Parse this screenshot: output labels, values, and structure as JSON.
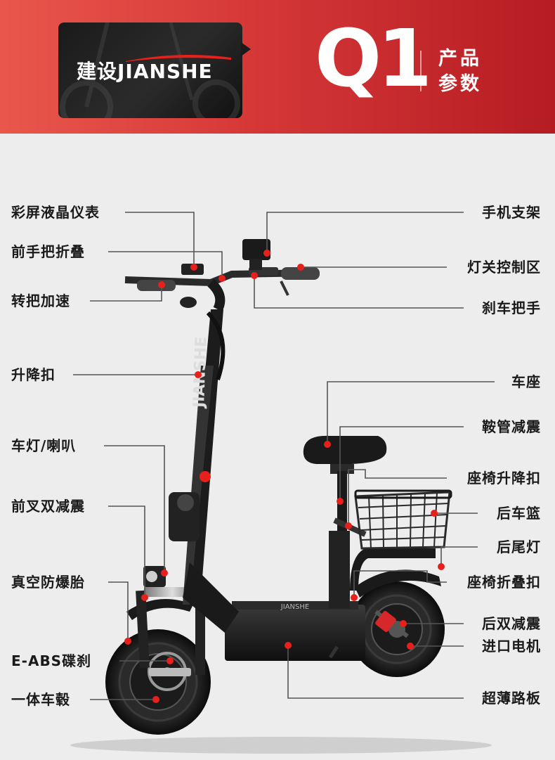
{
  "header": {
    "brand_cn": "建设",
    "brand_en": "JIANSHE",
    "model": "Q1",
    "subtitle_line1": "产品",
    "subtitle_line2": "参数",
    "colors": {
      "red_light": "#e9574c",
      "red_dark": "#b51c22"
    }
  },
  "frame_text": "JIANSHE",
  "deck_text": "JIANSHE",
  "labels_left": [
    {
      "id": "display",
      "text": "彩屏液晶仪表"
    },
    {
      "id": "fold-handle",
      "text": "前手把折叠"
    },
    {
      "id": "throttle",
      "text": "转把加速"
    },
    {
      "id": "lift-clamp",
      "text": "升降扣"
    },
    {
      "id": "light-horn",
      "text": "车灯/喇叭"
    },
    {
      "id": "front-fork",
      "text": "前叉双减震"
    },
    {
      "id": "tire",
      "text": "真空防爆胎"
    },
    {
      "id": "disc-brake",
      "text": "E-ABS碟刹"
    },
    {
      "id": "hub",
      "text": "一体车毂"
    }
  ],
  "labels_right": [
    {
      "id": "phone-holder",
      "text": "手机支架"
    },
    {
      "id": "light-control",
      "text": "灯关控制区"
    },
    {
      "id": "brake-lever",
      "text": "刹车把手"
    },
    {
      "id": "seat",
      "text": "车座"
    },
    {
      "id": "seat-tube-shock",
      "text": "鞍管减震"
    },
    {
      "id": "seat-lift",
      "text": "座椅升降扣"
    },
    {
      "id": "basket",
      "text": "后车篮"
    },
    {
      "id": "tail-light",
      "text": "后尾灯"
    },
    {
      "id": "seat-fold",
      "text": "座椅折叠扣"
    },
    {
      "id": "rear-shock",
      "text": "后双减震"
    },
    {
      "id": "motor",
      "text": "进口电机"
    },
    {
      "id": "deck",
      "text": "超薄路板"
    }
  ],
  "accent_color": "#e8201c"
}
